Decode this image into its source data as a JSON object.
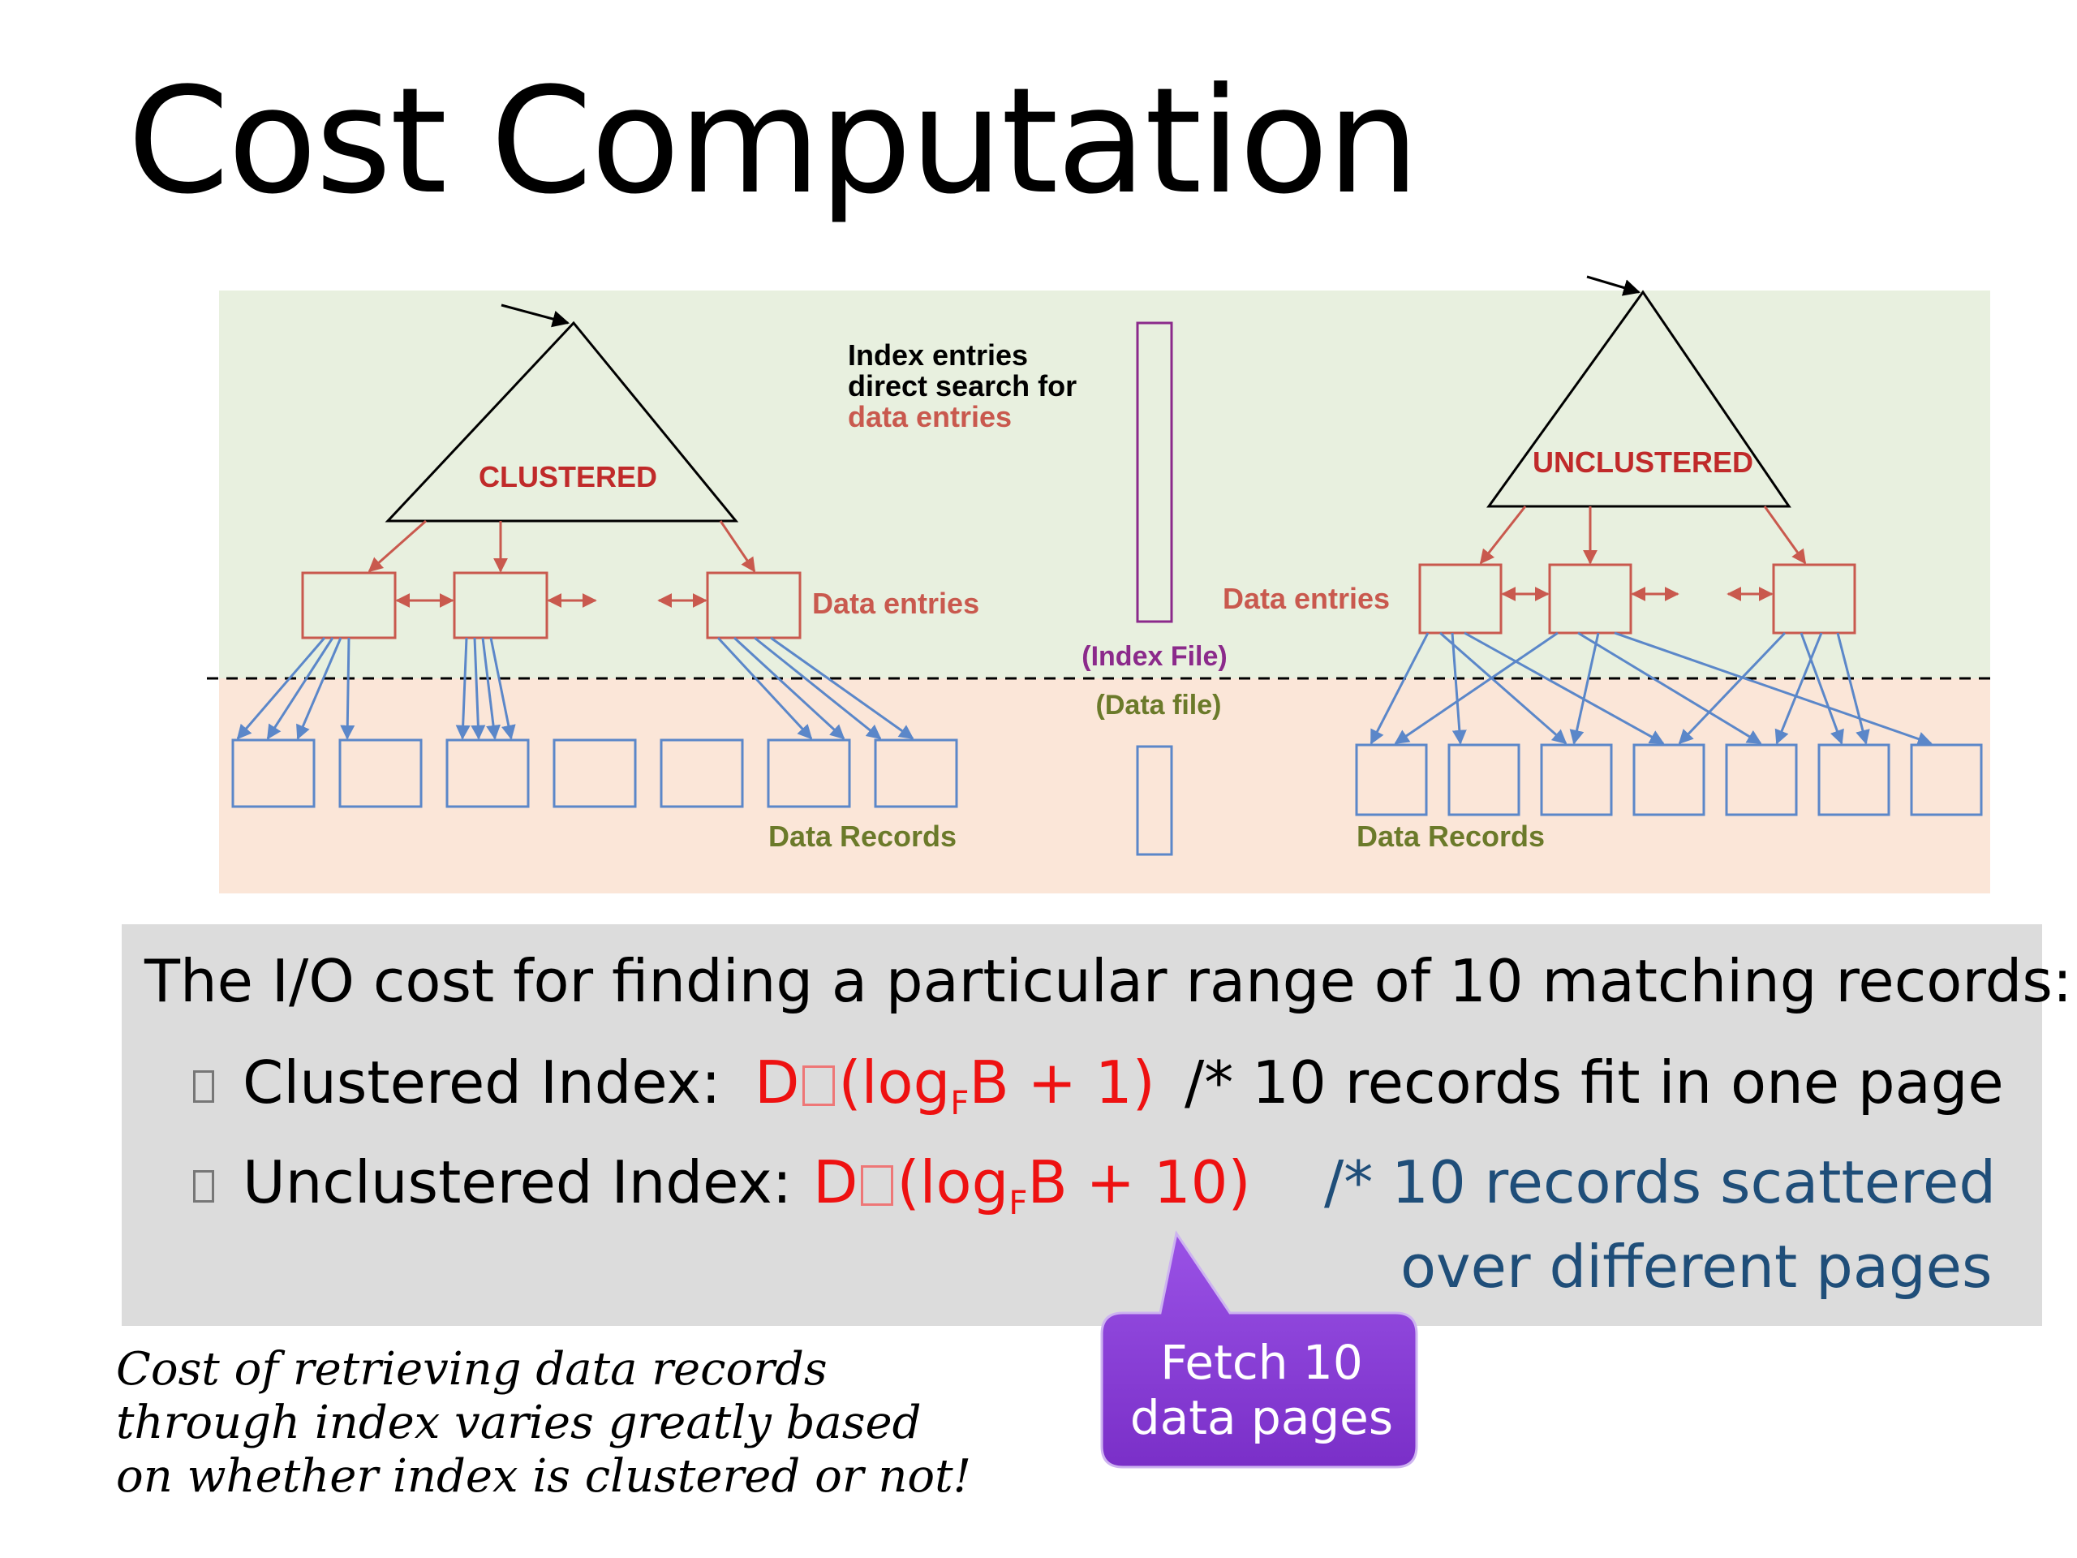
{
  "title": "Cost Computation",
  "diagram": {
    "index_note": [
      "Index entries",
      "direct search for"
    ],
    "index_note_red": "data entries",
    "clustered_label": "CLUSTERED",
    "unclustered_label": "UNCLUSTERED",
    "data_entries_left": "Data entries",
    "data_entries_right": "Data entries",
    "index_file": "(Index File)",
    "data_file": "(Data file)",
    "data_records_left": "Data Records",
    "data_records_right": "Data Records",
    "colors": {
      "upper_bg": "#e8f0df",
      "lower_bg": "#fbe6d8",
      "entry_box": "#c9594e",
      "record_box": "#5b87c9",
      "index_file": "#8b2a8b"
    }
  },
  "cost": {
    "intro": "The I/O cost for finding a particular range of 10 matching records:",
    "clustered": {
      "label": "Clustered Index:",
      "formula_pre": "D",
      "formula_a": "(log",
      "formula_sub": "F",
      "formula_b": "B + 1)",
      "comment": "/* 10 records fit in one page"
    },
    "unclustered": {
      "label": "Unclustered Index:",
      "formula_pre": "D",
      "formula_a": "(log",
      "formula_sub": "F",
      "formula_b": "B + 10)",
      "comment_1": "/* 10 records scattered",
      "comment_2": "over different pages"
    }
  },
  "callout": {
    "line1": "Fetch 10",
    "line2": "data pages",
    "color": "#8a3fd6"
  },
  "note": [
    "Cost of retrieving data records",
    "through index varies greatly based",
    "on whether index is clustered or not!"
  ]
}
